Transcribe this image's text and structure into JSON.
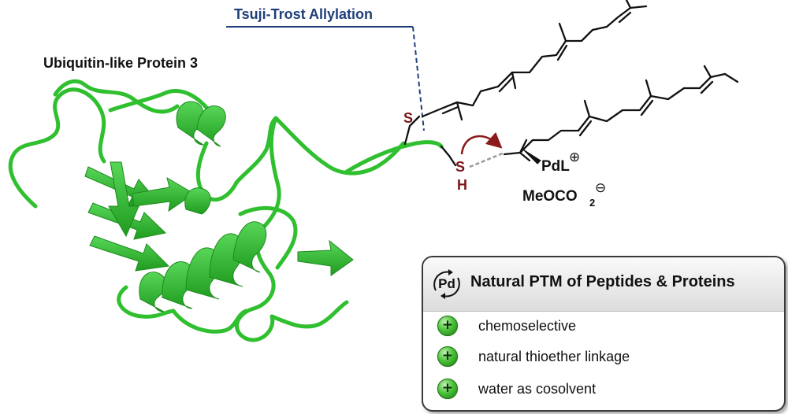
{
  "protein_label": "Ubiquitin-like Protein 3",
  "reaction_label": "Tsuji-Trost Allylation",
  "chem_labels": {
    "sulfur_linked": "S",
    "thiol_sulfur": "S",
    "thiol_hydrogen": "H",
    "palladium_complex": "PdL",
    "palladium_charge": "⊕",
    "counterion": "MeOCO",
    "counterion_subscript": "2",
    "counterion_charge": "⊖"
  },
  "panel": {
    "badge": "Pd",
    "title": "Natural PTM of Peptides & Proteins",
    "features": [
      "chemoselective",
      "natural thioether linkage",
      "water as cosolvent"
    ],
    "feature_icon": "+"
  },
  "colors": {
    "protein": "#2fbf2f",
    "reaction_label": "#1f3f7a",
    "heteroatom": "#7a1418",
    "arrow": "#8b1a1a"
  }
}
